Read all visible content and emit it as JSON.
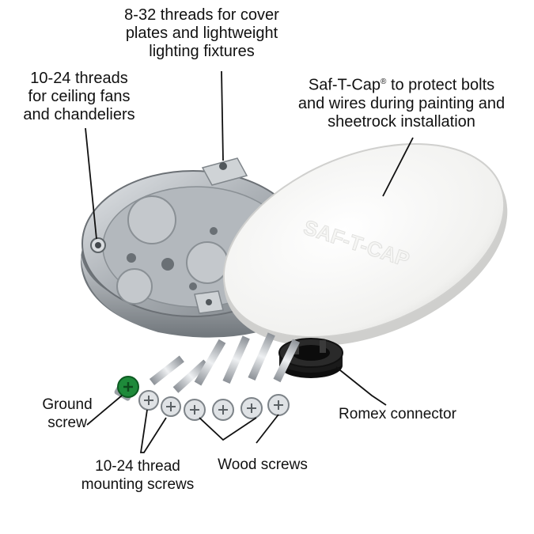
{
  "labels": {
    "threads_832": [
      "8-32 threads for cover",
      "plates and lightweight",
      "lighting fixtures"
    ],
    "threads_1024": [
      "10-24 threads",
      "for ceiling fans",
      "and chandeliers"
    ],
    "saf_t_cap": {
      "brand": "Saf-T-Cap",
      "reg": "®",
      "line1_rest": " to protect bolts",
      "line2": "and wires during painting and",
      "line3": "sheetrock installation"
    },
    "ground_screw": [
      "Ground",
      "screw"
    ],
    "mounting_screws": [
      "10-24 thread",
      "mounting screws"
    ],
    "wood_screws": "Wood screws",
    "romex": "Romex connector"
  },
  "cap_embossed_text": "SAF-T-CAP",
  "colors": {
    "box_metal": "#b9bec3",
    "cap_white": "#f4f4f2",
    "romex_black": "#1a1a1a",
    "ground_green": "#1e8a3a",
    "screw_silver": "#c9cdd2",
    "leader_line": "#111111"
  }
}
